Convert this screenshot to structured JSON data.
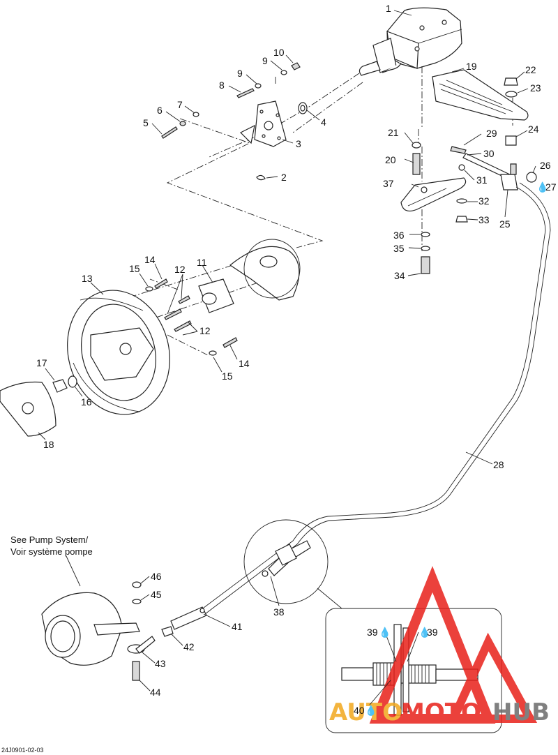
{
  "diagram_code": "24J0901-02-03",
  "note": {
    "line1": "See Pump System/",
    "line2": "Voir système pompe"
  },
  "callouts": [
    {
      "id": "c1",
      "text": "1"
    },
    {
      "id": "c2",
      "text": "2"
    },
    {
      "id": "c3",
      "text": "3"
    },
    {
      "id": "c4",
      "text": "4"
    },
    {
      "id": "c5",
      "text": "5"
    },
    {
      "id": "c6",
      "text": "6"
    },
    {
      "id": "c7",
      "text": "7"
    },
    {
      "id": "c8",
      "text": "8"
    },
    {
      "id": "c9a",
      "text": "9"
    },
    {
      "id": "c9b",
      "text": "9"
    },
    {
      "id": "c10",
      "text": "10"
    },
    {
      "id": "c11",
      "text": "11"
    },
    {
      "id": "c12a",
      "text": "12"
    },
    {
      "id": "c12b",
      "text": "12"
    },
    {
      "id": "c13",
      "text": "13"
    },
    {
      "id": "c14a",
      "text": "14"
    },
    {
      "id": "c14b",
      "text": "14"
    },
    {
      "id": "c15a",
      "text": "15"
    },
    {
      "id": "c15b",
      "text": "15"
    },
    {
      "id": "c16",
      "text": "16"
    },
    {
      "id": "c17",
      "text": "17"
    },
    {
      "id": "c18",
      "text": "18"
    },
    {
      "id": "c19",
      "text": "19"
    },
    {
      "id": "c20",
      "text": "20"
    },
    {
      "id": "c21",
      "text": "21"
    },
    {
      "id": "c22",
      "text": "22"
    },
    {
      "id": "c23",
      "text": "23"
    },
    {
      "id": "c24",
      "text": "24"
    },
    {
      "id": "c25",
      "text": "25"
    },
    {
      "id": "c26",
      "text": "26"
    },
    {
      "id": "c27",
      "text": "27"
    },
    {
      "id": "c28",
      "text": "28"
    },
    {
      "id": "c29",
      "text": "29"
    },
    {
      "id": "c30",
      "text": "30"
    },
    {
      "id": "c31",
      "text": "31"
    },
    {
      "id": "c32",
      "text": "32"
    },
    {
      "id": "c33",
      "text": "33"
    },
    {
      "id": "c34",
      "text": "34"
    },
    {
      "id": "c35",
      "text": "35"
    },
    {
      "id": "c36",
      "text": "36"
    },
    {
      "id": "c37",
      "text": "37"
    },
    {
      "id": "c38",
      "text": "38"
    },
    {
      "id": "c39a",
      "text": "39"
    },
    {
      "id": "c39b",
      "text": "39"
    },
    {
      "id": "c40",
      "text": "40"
    },
    {
      "id": "c41",
      "text": "41"
    },
    {
      "id": "c42",
      "text": "42"
    },
    {
      "id": "c43",
      "text": "43"
    },
    {
      "id": "c44",
      "text": "44"
    },
    {
      "id": "c45",
      "text": "45"
    },
    {
      "id": "c46",
      "text": "46"
    }
  ],
  "watermark": {
    "part1": "AUTO",
    "part2": "MOTO",
    "part3": "HUB",
    "colors": {
      "red": "#e8201a",
      "orange": "#f2a81d",
      "grey": "#6b6b6b"
    }
  }
}
